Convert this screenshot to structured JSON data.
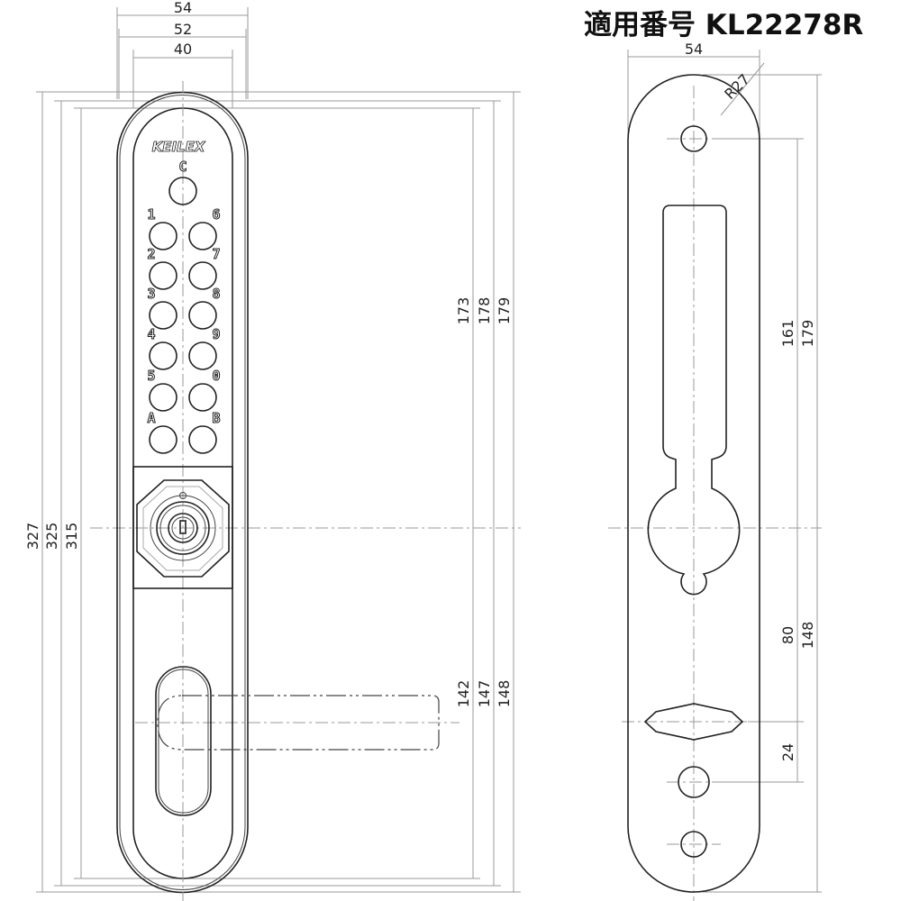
{
  "title": "適用番号 KL22278R",
  "logo": "KEILEX",
  "keypad": {
    "top_key": "C",
    "left_keys": [
      "1",
      "2",
      "3",
      "4",
      "5",
      "A"
    ],
    "right_keys": [
      "6",
      "7",
      "8",
      "9",
      "0",
      "B"
    ]
  },
  "front_view": {
    "width_dims": [
      "54",
      "52",
      "40"
    ],
    "height_dims_left": [
      "327",
      "325",
      "315"
    ],
    "upper_dims": [
      "173",
      "178",
      "179"
    ],
    "lower_dims": [
      "142",
      "147",
      "148"
    ]
  },
  "back_view": {
    "width_dim": "54",
    "radius": "R27",
    "upper_dims": [
      "161",
      "179"
    ],
    "lower_dims": [
      "80",
      "148",
      "24"
    ]
  }
}
